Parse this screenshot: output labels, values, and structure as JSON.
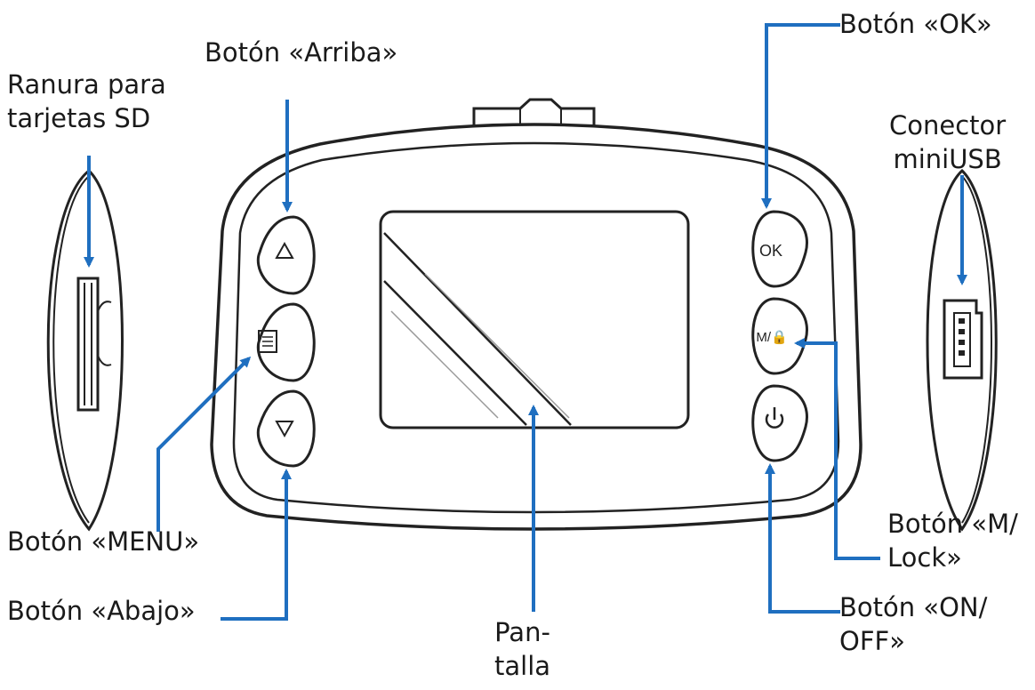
{
  "colors": {
    "arrow": "#1f6fc0",
    "outline": "#222222",
    "background": "#ffffff"
  },
  "labels": {
    "sd_slot": {
      "line1": "Ranura para",
      "line2": "tarjetas SD"
    },
    "up_button": "Botón «Arriba»",
    "menu_button": "Botón «MENU»",
    "down_button": "Botón «Abajo»",
    "screen": {
      "line1": "Pan-",
      "line2": "talla"
    },
    "ok_button": "Botón «OK»",
    "usb_connector": {
      "line1": "Conector",
      "line2": "miniUSB"
    },
    "mode_lock_button": {
      "line1": "Botón «M/",
      "line2": "Lock»"
    },
    "power_button": {
      "line1": "Botón «ON/",
      "line2": "OFF»"
    }
  },
  "device_buttons": {
    "ok": "OK",
    "mode": "M/🔒"
  },
  "icons": [
    "up-triangle-icon",
    "menu-icon",
    "down-triangle-icon",
    "power-icon",
    "lock-icon",
    "sd-slot-icon",
    "usb-port-icon"
  ]
}
